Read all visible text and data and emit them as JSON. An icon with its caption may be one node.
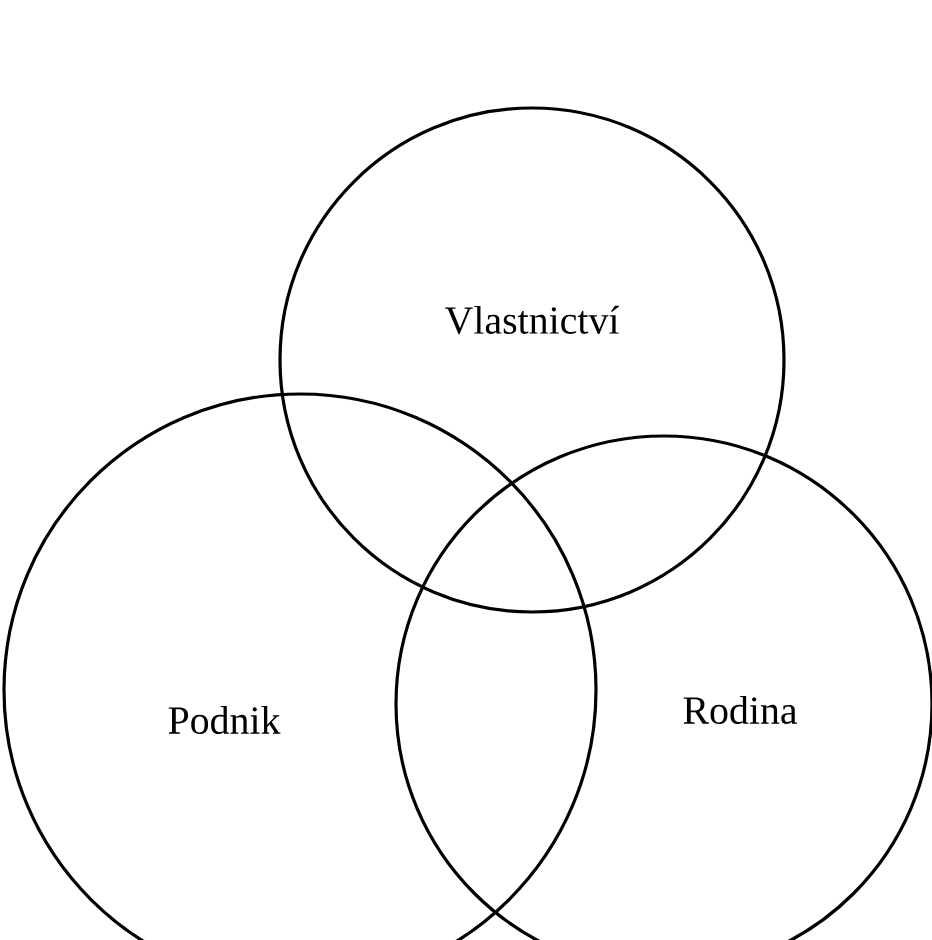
{
  "diagram": {
    "nodes": [
      {
        "text": [
          "Vlastnictví"
        ]
      },
      {
        "text": [
          "Podnik"
        ]
      },
      {
        "text": [
          "Rodina"
        ]
      }
    ]
  }
}
